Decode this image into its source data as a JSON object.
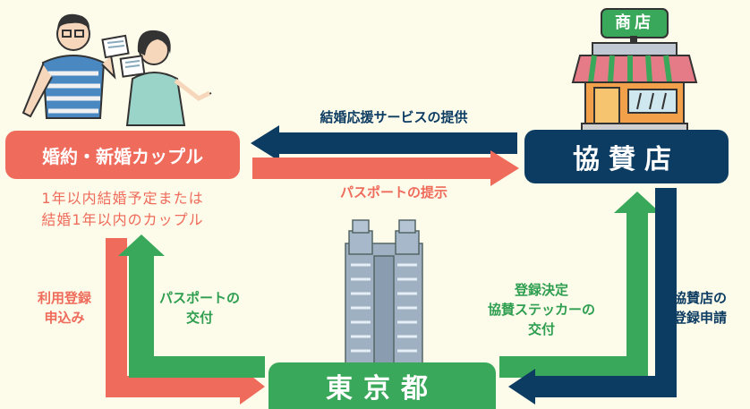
{
  "nodes": {
    "couple": "婚約・新婚カップル",
    "shop": "協賛店",
    "tokyo": "東京都",
    "couple_note": [
      "1年以内結婚予定または",
      "結婚1年以内のカップル"
    ]
  },
  "edges": {
    "service": "結婚応援サービスの提供",
    "passport_show": "パスポートの提示",
    "apply": [
      "利用登録",
      "申込み"
    ],
    "passport_issue": [
      "パスポートの",
      "交付"
    ],
    "reg_decision": [
      "登録決定",
      "協賛ステッカーの",
      "交付"
    ],
    "shop_apply": [
      "協賛店の",
      "登録申請"
    ]
  },
  "shop_sign": "商店",
  "colors": {
    "red": "#ef6b5b",
    "navy": "#0d3c63",
    "green": "#3aa85a",
    "background": "#fdfbe9"
  }
}
